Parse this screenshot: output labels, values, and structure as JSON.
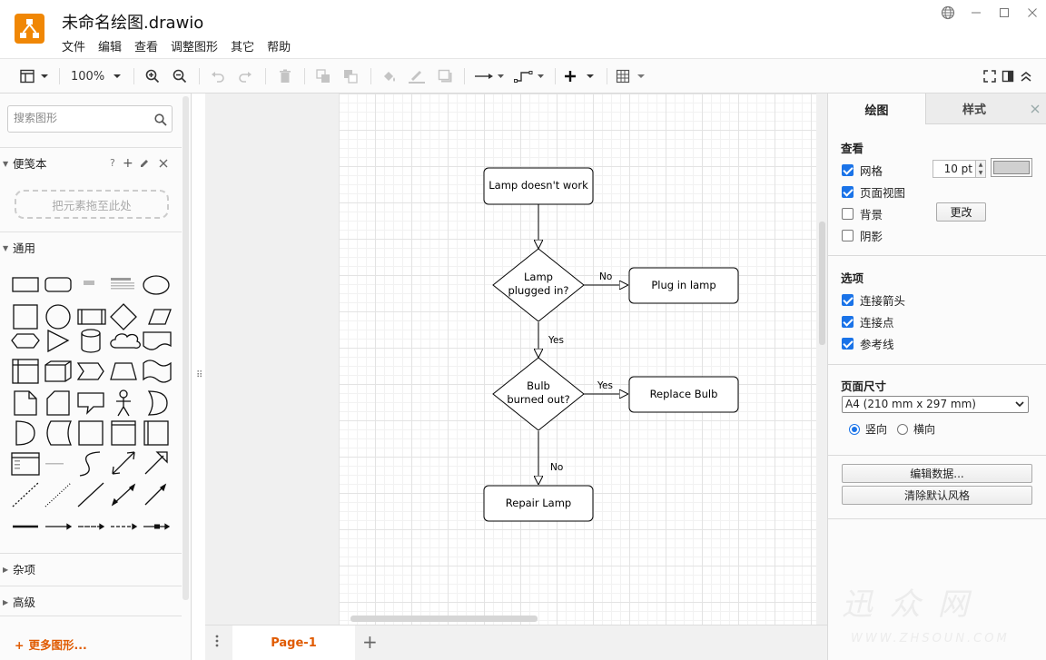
{
  "app": {
    "title": "未命名绘图.drawio",
    "menu": [
      "文件",
      "编辑",
      "查看",
      "调整图形",
      "其它",
      "帮助"
    ]
  },
  "toolbar": {
    "zoom": "100%"
  },
  "sidebar": {
    "search_placeholder": "搜索图形",
    "scratchpad": {
      "title": "便笺本",
      "help": "?",
      "drop_hint": "把元素拖至此处"
    },
    "general": {
      "title": "通用"
    },
    "misc": {
      "title": "杂项"
    },
    "advanced": {
      "title": "高级"
    },
    "more_shapes": "更多图形...",
    "plus": "+"
  },
  "diagram": {
    "nodes": {
      "start": "Lamp doesn't work",
      "plugged_line1": "Lamp",
      "plugged_line2": "plugged in?",
      "plug": "Plug in lamp",
      "bulb_line1": "Bulb",
      "bulb_line2": "burned out?",
      "replace": "Replace Bulb",
      "repair": "Repair Lamp"
    },
    "edges": {
      "no1": "No",
      "yes1": "Yes",
      "yes2": "Yes",
      "no2": "No"
    }
  },
  "pages": {
    "tab": "Page-1"
  },
  "panel": {
    "tab_diagram": "绘图",
    "tab_style": "样式",
    "view": {
      "title": "查看",
      "grid": "网格",
      "grid_size": "10 pt",
      "page_view": "页面视图",
      "background": "背景",
      "change": "更改",
      "shadow": "阴影"
    },
    "options": {
      "title": "选项",
      "connection_arrows": "连接箭头",
      "connection_points": "连接点",
      "guides": "参考线"
    },
    "page_size": {
      "title": "页面尺寸",
      "selected": "A4 (210 mm x 297 mm)",
      "portrait": "竖向",
      "landscape": "横向"
    },
    "edit_data": "编辑数据...",
    "clear_style": "清除默认风格"
  },
  "colors": {
    "accent": "#f08705",
    "link_orange": "#e05a00",
    "check_blue": "#1a73e8"
  }
}
